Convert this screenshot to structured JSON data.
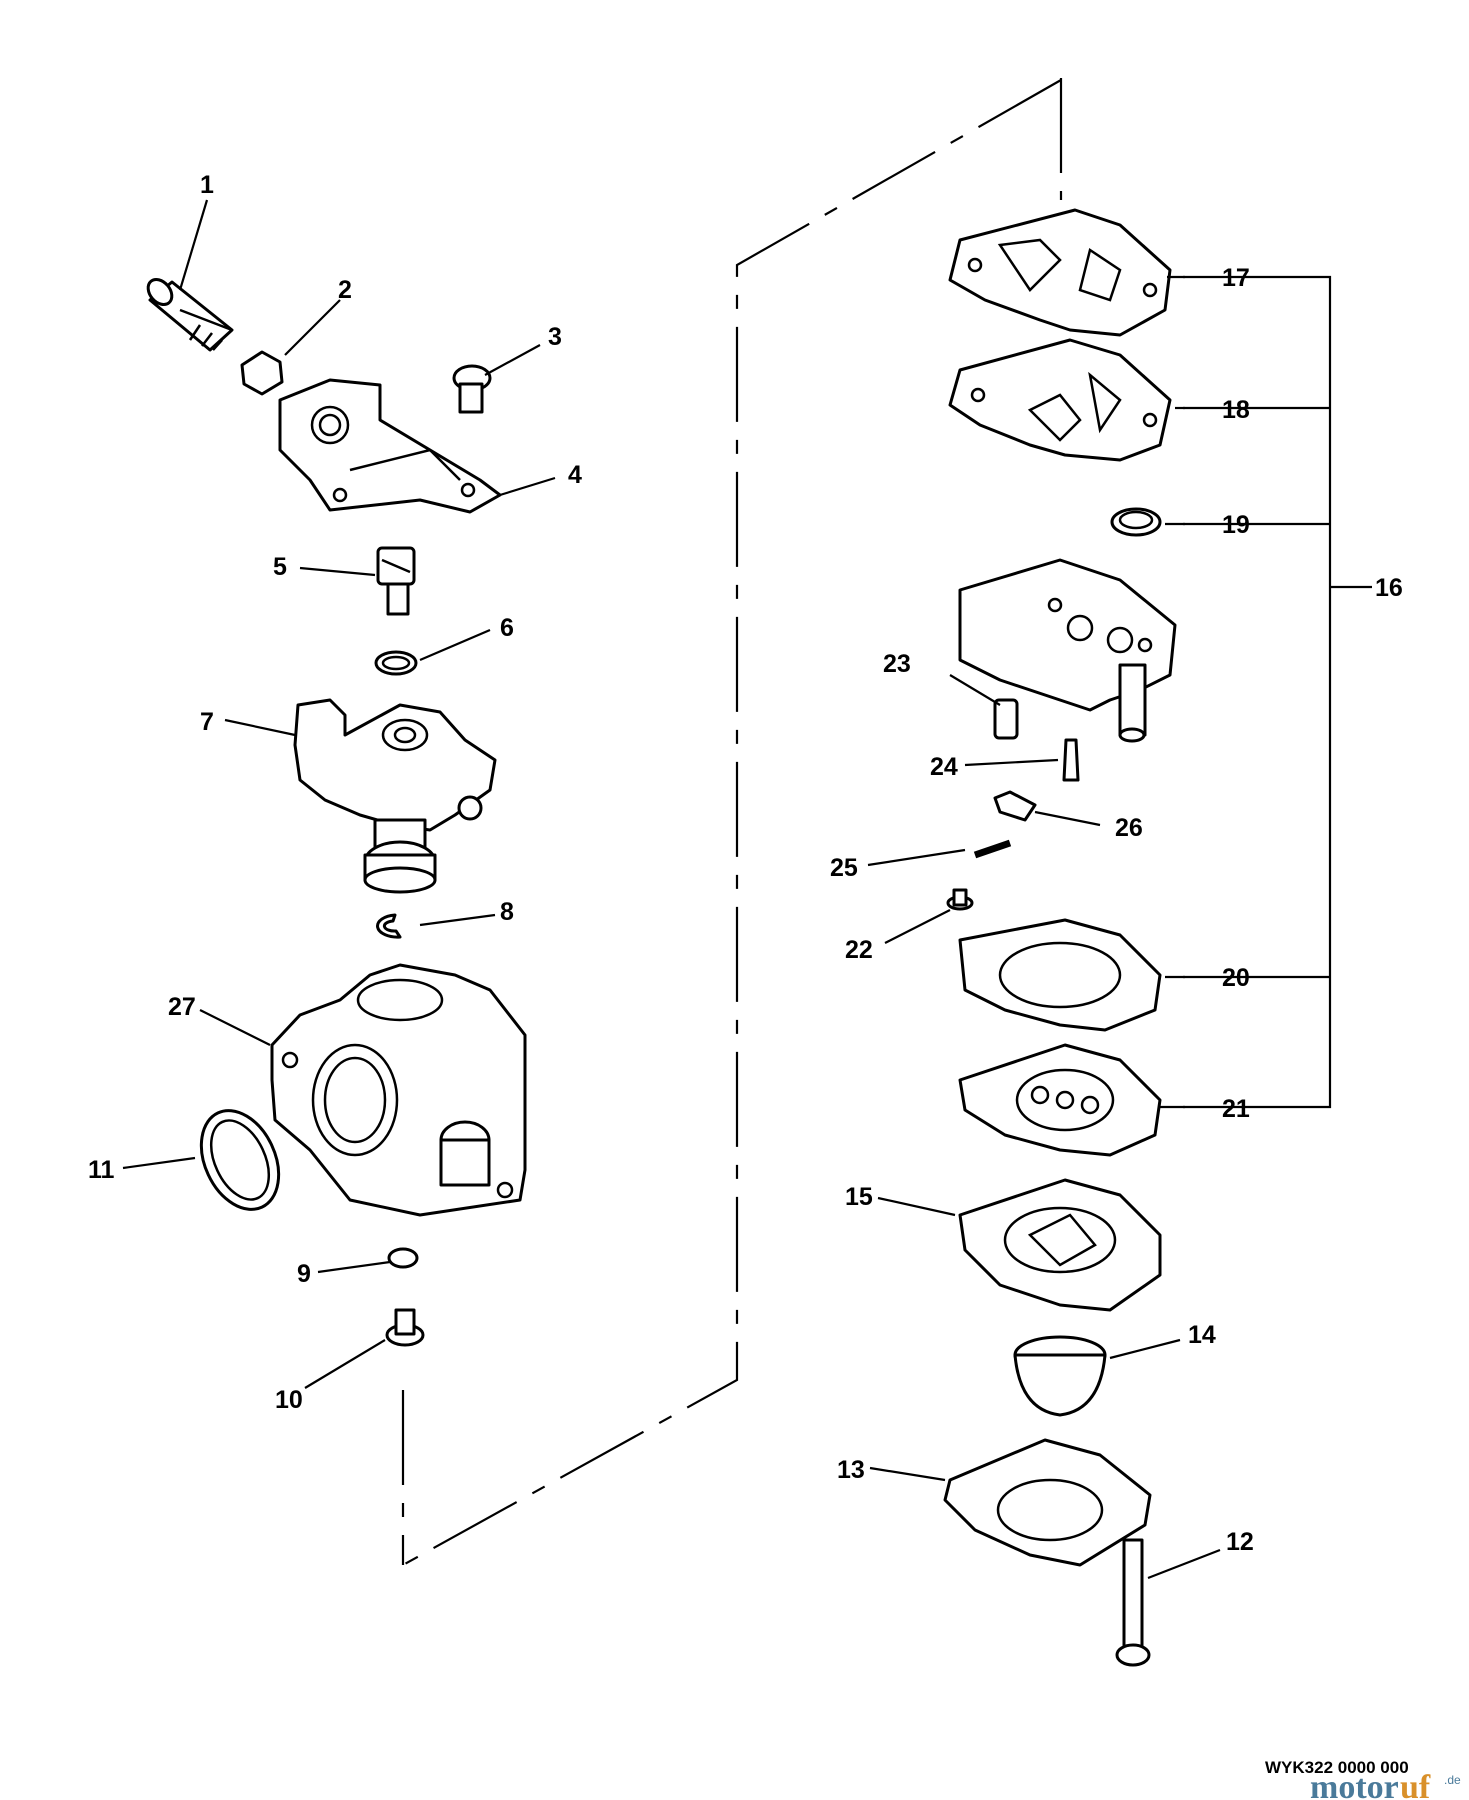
{
  "callouts": [
    {
      "id": "1",
      "label": "1"
    },
    {
      "id": "2",
      "label": "2"
    },
    {
      "id": "3",
      "label": "3"
    },
    {
      "id": "4",
      "label": "4"
    },
    {
      "id": "5",
      "label": "5"
    },
    {
      "id": "6",
      "label": "6"
    },
    {
      "id": "7",
      "label": "7"
    },
    {
      "id": "8",
      "label": "8"
    },
    {
      "id": "9",
      "label": "9"
    },
    {
      "id": "10",
      "label": "10"
    },
    {
      "id": "11",
      "label": "11"
    },
    {
      "id": "12",
      "label": "12"
    },
    {
      "id": "13",
      "label": "13"
    },
    {
      "id": "14",
      "label": "14"
    },
    {
      "id": "15",
      "label": "15"
    },
    {
      "id": "16",
      "label": "16"
    },
    {
      "id": "17",
      "label": "17"
    },
    {
      "id": "18",
      "label": "18"
    },
    {
      "id": "19",
      "label": "19"
    },
    {
      "id": "20",
      "label": "20"
    },
    {
      "id": "21",
      "label": "21"
    },
    {
      "id": "22",
      "label": "22"
    },
    {
      "id": "23",
      "label": "23"
    },
    {
      "id": "24",
      "label": "24"
    },
    {
      "id": "25",
      "label": "25"
    },
    {
      "id": "26",
      "label": "26"
    },
    {
      "id": "27",
      "label": "27"
    }
  ],
  "diagram_code": "WYK322 0000 000",
  "watermark": {
    "text_main": "motor",
    "text_accent": "uf",
    "text_tld": ".de"
  }
}
